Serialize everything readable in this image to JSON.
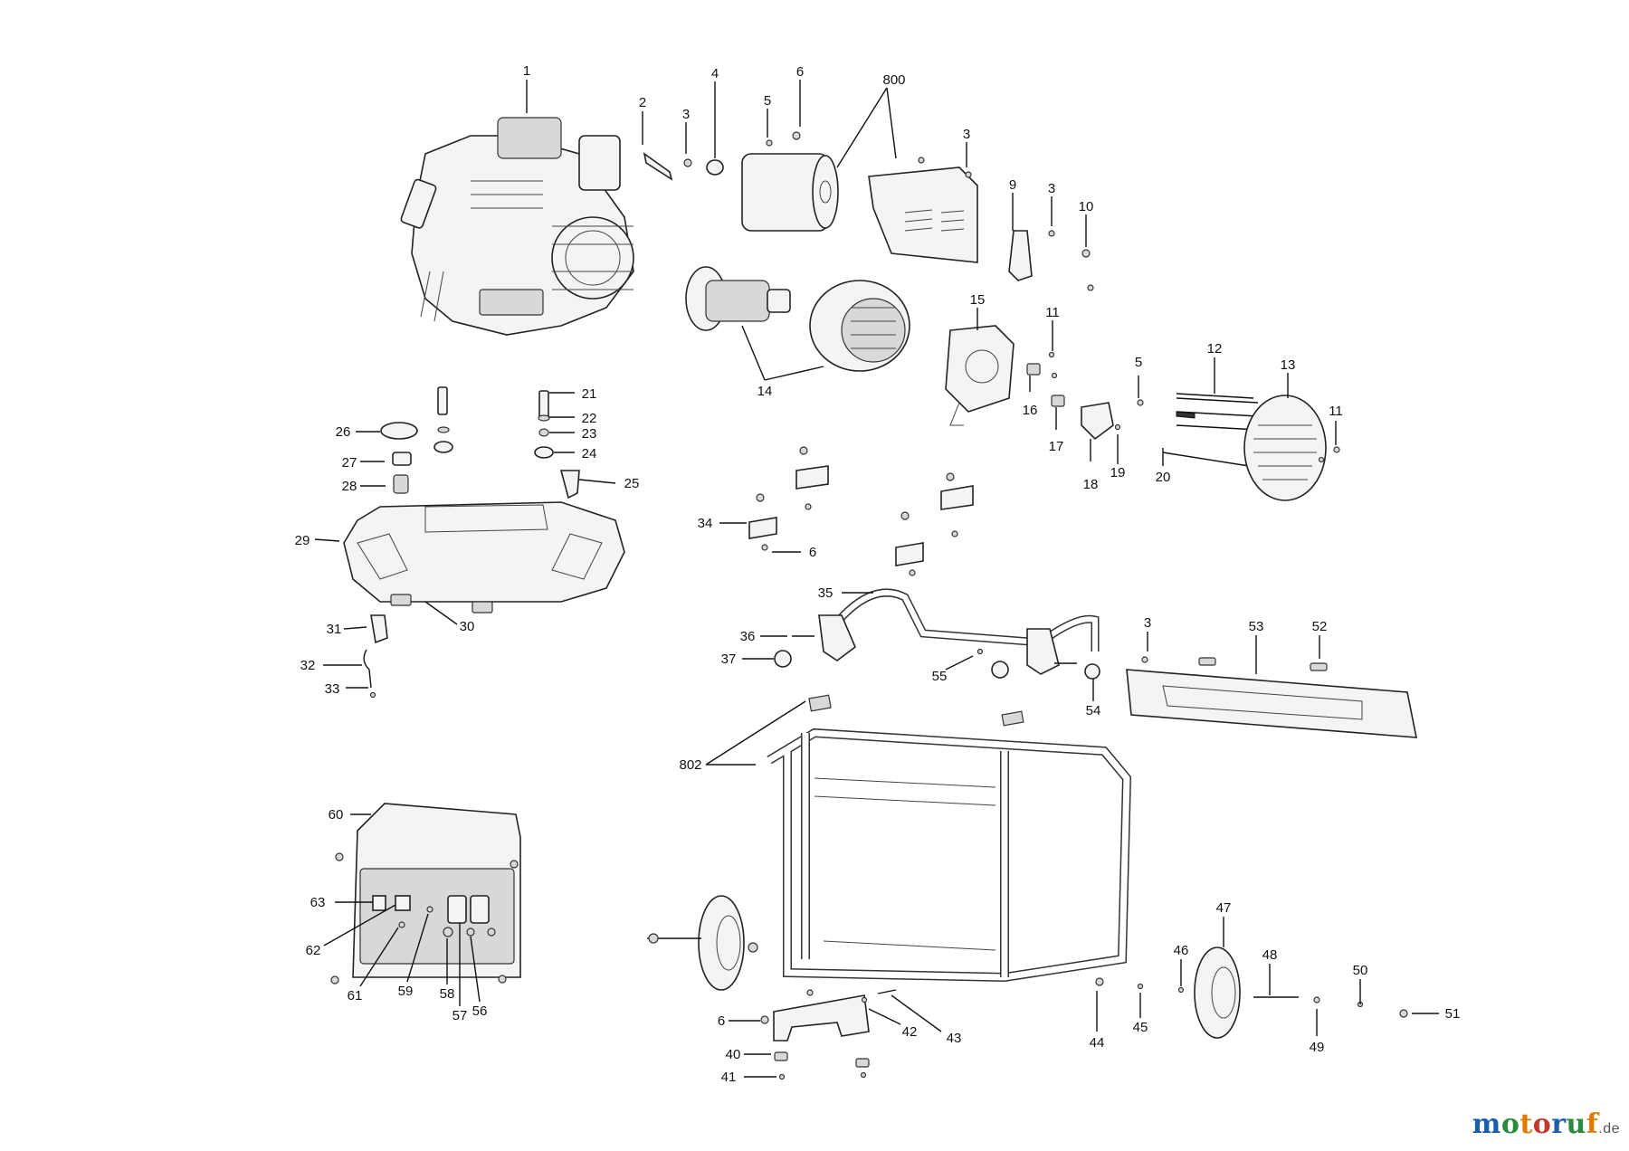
{
  "callouts": [
    {
      "id": "c1",
      "text": "1"
    },
    {
      "id": "c2",
      "text": "2"
    },
    {
      "id": "c3a",
      "text": "3"
    },
    {
      "id": "c4",
      "text": "4"
    },
    {
      "id": "c5a",
      "text": "5"
    },
    {
      "id": "c6a",
      "text": "6"
    },
    {
      "id": "c800",
      "text": "800"
    },
    {
      "id": "c3b",
      "text": "3"
    },
    {
      "id": "c9",
      "text": "9"
    },
    {
      "id": "c3c",
      "text": "3"
    },
    {
      "id": "c10",
      "text": "10"
    },
    {
      "id": "c15",
      "text": "15"
    },
    {
      "id": "c11a",
      "text": "11"
    },
    {
      "id": "c14",
      "text": "14"
    },
    {
      "id": "c16",
      "text": "16"
    },
    {
      "id": "c17",
      "text": "17"
    },
    {
      "id": "c18",
      "text": "18"
    },
    {
      "id": "c19",
      "text": "19"
    },
    {
      "id": "c5b",
      "text": "5"
    },
    {
      "id": "c12",
      "text": "12"
    },
    {
      "id": "c13",
      "text": "13"
    },
    {
      "id": "c20",
      "text": "20"
    },
    {
      "id": "c11b",
      "text": "11"
    },
    {
      "id": "c21",
      "text": "21"
    },
    {
      "id": "c22",
      "text": "22"
    },
    {
      "id": "c23",
      "text": "23"
    },
    {
      "id": "c24",
      "text": "24"
    },
    {
      "id": "c25",
      "text": "25"
    },
    {
      "id": "c26",
      "text": "26"
    },
    {
      "id": "c27",
      "text": "27"
    },
    {
      "id": "c28",
      "text": "28"
    },
    {
      "id": "c29",
      "text": "29"
    },
    {
      "id": "c30",
      "text": "30"
    },
    {
      "id": "c31",
      "text": "31"
    },
    {
      "id": "c32",
      "text": "32"
    },
    {
      "id": "c33",
      "text": "33"
    },
    {
      "id": "c34",
      "text": "34"
    },
    {
      "id": "c6b",
      "text": "6"
    },
    {
      "id": "c35",
      "text": "35"
    },
    {
      "id": "c36",
      "text": "36"
    },
    {
      "id": "c37",
      "text": "37"
    },
    {
      "id": "c55",
      "text": "55"
    },
    {
      "id": "c54",
      "text": "54"
    },
    {
      "id": "c3d",
      "text": "3"
    },
    {
      "id": "c53",
      "text": "53"
    },
    {
      "id": "c52",
      "text": "52"
    },
    {
      "id": "c802",
      "text": "802"
    },
    {
      "id": "c60",
      "text": "60"
    },
    {
      "id": "c63",
      "text": "63"
    },
    {
      "id": "c62",
      "text": "62"
    },
    {
      "id": "c61",
      "text": "61"
    },
    {
      "id": "c59",
      "text": "59"
    },
    {
      "id": "c58",
      "text": "58"
    },
    {
      "id": "c57",
      "text": "57"
    },
    {
      "id": "c56",
      "text": "56"
    },
    {
      "id": "c6c",
      "text": "6"
    },
    {
      "id": "c40",
      "text": "40"
    },
    {
      "id": "c41",
      "text": "41"
    },
    {
      "id": "c42",
      "text": "42"
    },
    {
      "id": "c43",
      "text": "43"
    },
    {
      "id": "c44",
      "text": "44"
    },
    {
      "id": "c45",
      "text": "45"
    },
    {
      "id": "c46",
      "text": "46"
    },
    {
      "id": "c47",
      "text": "47"
    },
    {
      "id": "c48",
      "text": "48"
    },
    {
      "id": "c49",
      "text": "49"
    },
    {
      "id": "c50",
      "text": "50"
    },
    {
      "id": "c51",
      "text": "51"
    }
  ],
  "watermark": {
    "text": "motoruf",
    "suffix": ".de",
    "colors": [
      "#1a5fa8",
      "#2b8a3e",
      "#e07b00",
      "#c0392b",
      "#1a5fa8",
      "#2b8a3e",
      "#e07b00"
    ]
  }
}
